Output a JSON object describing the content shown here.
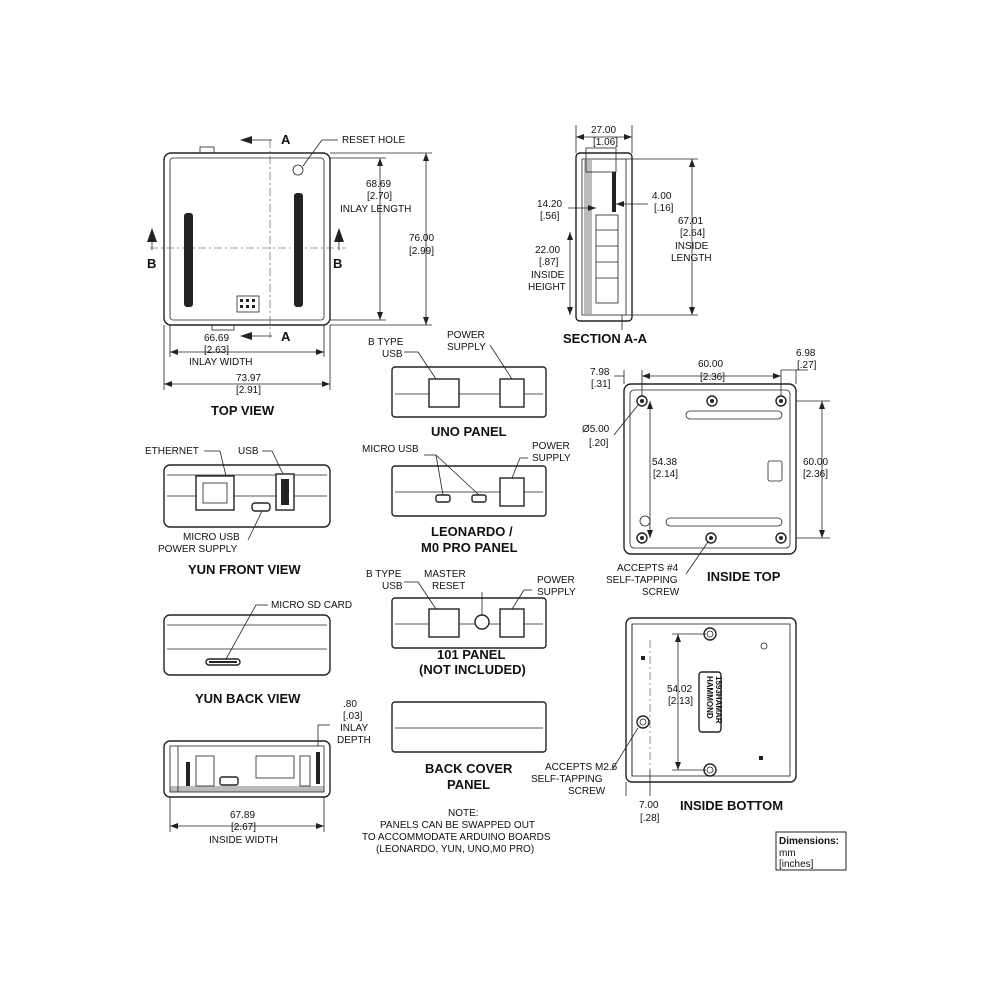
{
  "top_view": {
    "title": "TOP VIEW",
    "reset_hole": "RESET HOLE",
    "section_mark": "A",
    "side_mark": "B",
    "inlay_length_mm": "68.69",
    "inlay_length_in": "[2.70]",
    "inlay_length_label": "INLAY LENGTH",
    "length_mm": "76.00",
    "length_in": "[2.99]",
    "inlay_width_mm": "66.69",
    "inlay_width_in": "[2.63]",
    "inlay_width_label": "INLAY WIDTH",
    "width_mm": "73.97",
    "width_in": "[2.91]"
  },
  "section_aa": {
    "title": "SECTION A-A",
    "width_mm": "27.00",
    "width_in": "[1.06]",
    "d1_mm": "14.20",
    "d1_in": "[.56]",
    "d2_mm": "4.00",
    "d2_in": "[.16]",
    "inside_length_mm": "67.01",
    "inside_length_in": "[2.64]",
    "inside_length_label_1": "INSIDE",
    "inside_length_label_2": "LENGTH",
    "inside_height_mm": "22.00",
    "inside_height_in": "[.87]",
    "inside_height_label_1": "INSIDE",
    "inside_height_label_2": "HEIGHT"
  },
  "uno_panel": {
    "title": "UNO PANEL",
    "usb_label_1": "B TYPE",
    "usb_label_2": "USB",
    "power_label_1": "POWER",
    "power_label_2": "SUPPLY"
  },
  "leonardo_panel": {
    "title_1": "LEONARDO /",
    "title_2": "M0 PRO PANEL",
    "micro_usb_label": "MICRO USB",
    "power_label_1": "POWER",
    "power_label_2": "SUPPLY"
  },
  "panel_101": {
    "title_1": "101 PANEL",
    "title_2": "(NOT INCLUDED)",
    "usb_label_1": "B TYPE",
    "usb_label_2": "USB",
    "reset_label_1": "MASTER",
    "reset_label_2": "RESET",
    "power_label_1": "POWER",
    "power_label_2": "SUPPLY"
  },
  "back_cover_panel": {
    "title_1": "BACK COVER",
    "title_2": "PANEL"
  },
  "yun_front": {
    "title": "YUN FRONT VIEW",
    "ethernet_label": "ETHERNET",
    "usb_label": "USB",
    "micro_usb_label_1": "MICRO USB",
    "micro_usb_label_2": "POWER SUPPLY"
  },
  "yun_back": {
    "title": "YUN BACK VIEW",
    "sd_label": "MICRO SD CARD"
  },
  "side_section": {
    "inlay_depth_mm": ".80",
    "inlay_depth_in": "[.03]",
    "inlay_depth_label_1": "INLAY",
    "inlay_depth_label_2": "DEPTH",
    "inside_width_mm": "67.89",
    "inside_width_in": "[2.67]",
    "inside_width_label": "INSIDE WIDTH"
  },
  "note": {
    "line_1": "NOTE:",
    "line_2": "PANELS CAN BE SWAPPED OUT",
    "line_3": "TO ACCOMMODATE ARDUINO BOARDS",
    "line_4": "(LEONARDO, YUN, UNO,M0 PRO)"
  },
  "inside_top": {
    "title": "INSIDE TOP",
    "left_offset_mm": "7.98",
    "left_offset_in": "[.31]",
    "hole_span_mm": "60.00",
    "hole_span_in": "[2.36]",
    "right_offset_mm": "6.98",
    "right_offset_in": "[.27]",
    "hole_dia_mm": "Ø5.00",
    "hole_dia_in": "[.20]",
    "v_span_mm": "54.38",
    "v_span_in": "[2.14]",
    "v_total_mm": "60.00",
    "v_total_in": "[2.36]",
    "screw_label_1": "ACCEPTS #4",
    "screw_label_2": "SELF-TAPPING",
    "screw_label_3": "SCREW"
  },
  "inside_bottom": {
    "title": "INSIDE BOTTOM",
    "v_span_mm": "54.02",
    "v_span_in": "[2.13]",
    "brand_1": "HAMMOND",
    "brand_2": "1593HAMAR",
    "screw_label_1": "ACCEPTS M2.6",
    "screw_label_2": "SELF-TAPPING",
    "screw_label_3": "SCREW",
    "bottom_offset_mm": "7.00",
    "bottom_offset_in": "[.28]"
  },
  "legend": {
    "title": "Dimensions:",
    "unit_1": "mm",
    "unit_2": "[inches]"
  }
}
